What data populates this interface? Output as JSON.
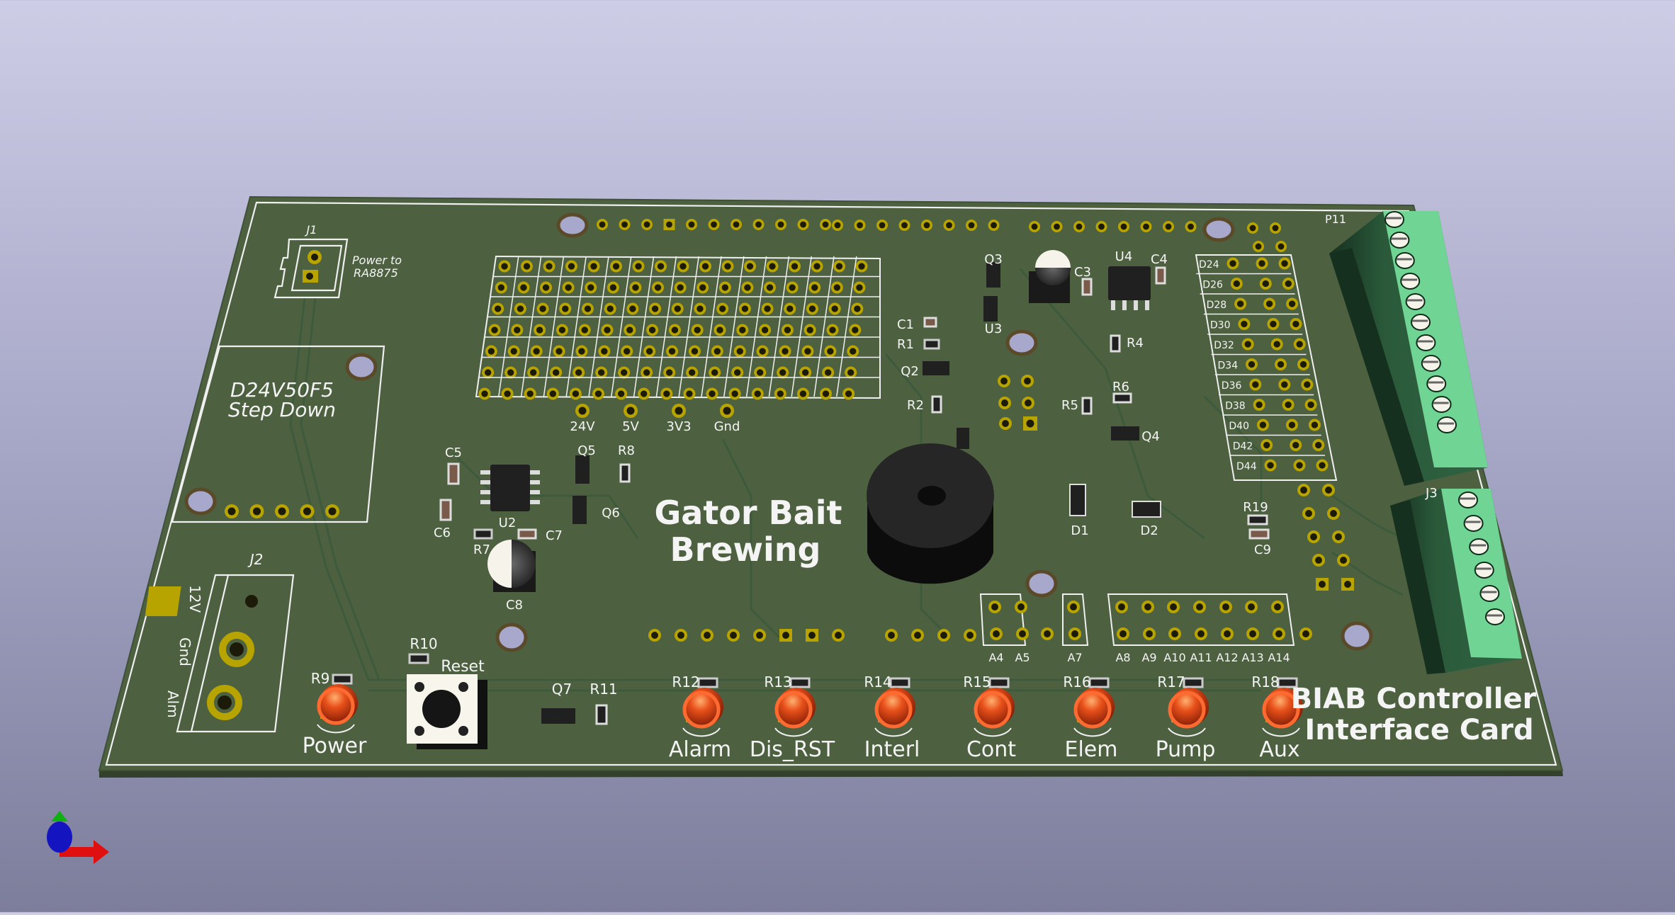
{
  "viewer": {
    "type": "KiCad 3D viewer",
    "background_top": "#cdcde6",
    "background_bottom": "#7d7d9c",
    "axis_colors": {
      "x": "#e01010",
      "y": "#10b010",
      "z": "#1010c0"
    }
  },
  "board": {
    "title": "BIAB Controller",
    "subtitle": "Interface Card",
    "brand_line1": "Gator Bait",
    "brand_line2": "Brewing",
    "soldermask_color": "#4d6140",
    "pad_color": "#b8a400",
    "silkscreen_color": "#f0f0f0"
  },
  "connectors": {
    "j1": {
      "ref": "J1",
      "label_line1": "Power to",
      "label_line2": "RA8875"
    },
    "j2": {
      "ref": "J2",
      "pins": [
        "12V",
        "Gnd",
        "Alm"
      ]
    },
    "j3": {
      "ref": "J3"
    },
    "p11": {
      "ref": "P11"
    }
  },
  "stepdown": {
    "line1": "D24V50F5",
    "line2": "Step Down"
  },
  "power_rails": [
    "24V",
    "5V",
    "3V3",
    "Gnd"
  ],
  "digital_header": [
    "D24",
    "D26",
    "D28",
    "D30",
    "D32",
    "D34",
    "D36",
    "D38",
    "D40",
    "D42",
    "D44"
  ],
  "analog_header": [
    "A4",
    "A5",
    "A7",
    "A8",
    "A9",
    "A10",
    "A11",
    "A12",
    "A13",
    "A14"
  ],
  "leds": [
    {
      "res": "R9",
      "label": "Power"
    },
    {
      "res": "R12",
      "label": "Alarm"
    },
    {
      "res": "R13",
      "label": "Dis_RST"
    },
    {
      "res": "R14",
      "label": "Interl"
    },
    {
      "res": "R15",
      "label": "Cont"
    },
    {
      "res": "R16",
      "label": "Elem"
    },
    {
      "res": "R17",
      "label": "Pump"
    },
    {
      "res": "R18",
      "label": "Aux"
    }
  ],
  "reset": {
    "res": "R10",
    "label": "Reset"
  },
  "components": {
    "q7": "Q7",
    "r11": "R11",
    "c5": "C5",
    "c6": "C6",
    "u2": "U2",
    "r7": "R7",
    "c7": "C7",
    "c8": "C8",
    "q5": "Q5",
    "r8": "R8",
    "q6": "Q6",
    "c1": "C1",
    "r1": "R1",
    "q2": "Q2",
    "r2": "R2",
    "q3": "Q3",
    "u3": "U3",
    "c3": "C3",
    "u4": "U4",
    "c4": "C4",
    "r4": "R4",
    "r5": "R5",
    "r6": "R6",
    "q4": "Q4",
    "d1": "D1",
    "d2": "D2",
    "r19": "R19",
    "c9": "C9"
  }
}
